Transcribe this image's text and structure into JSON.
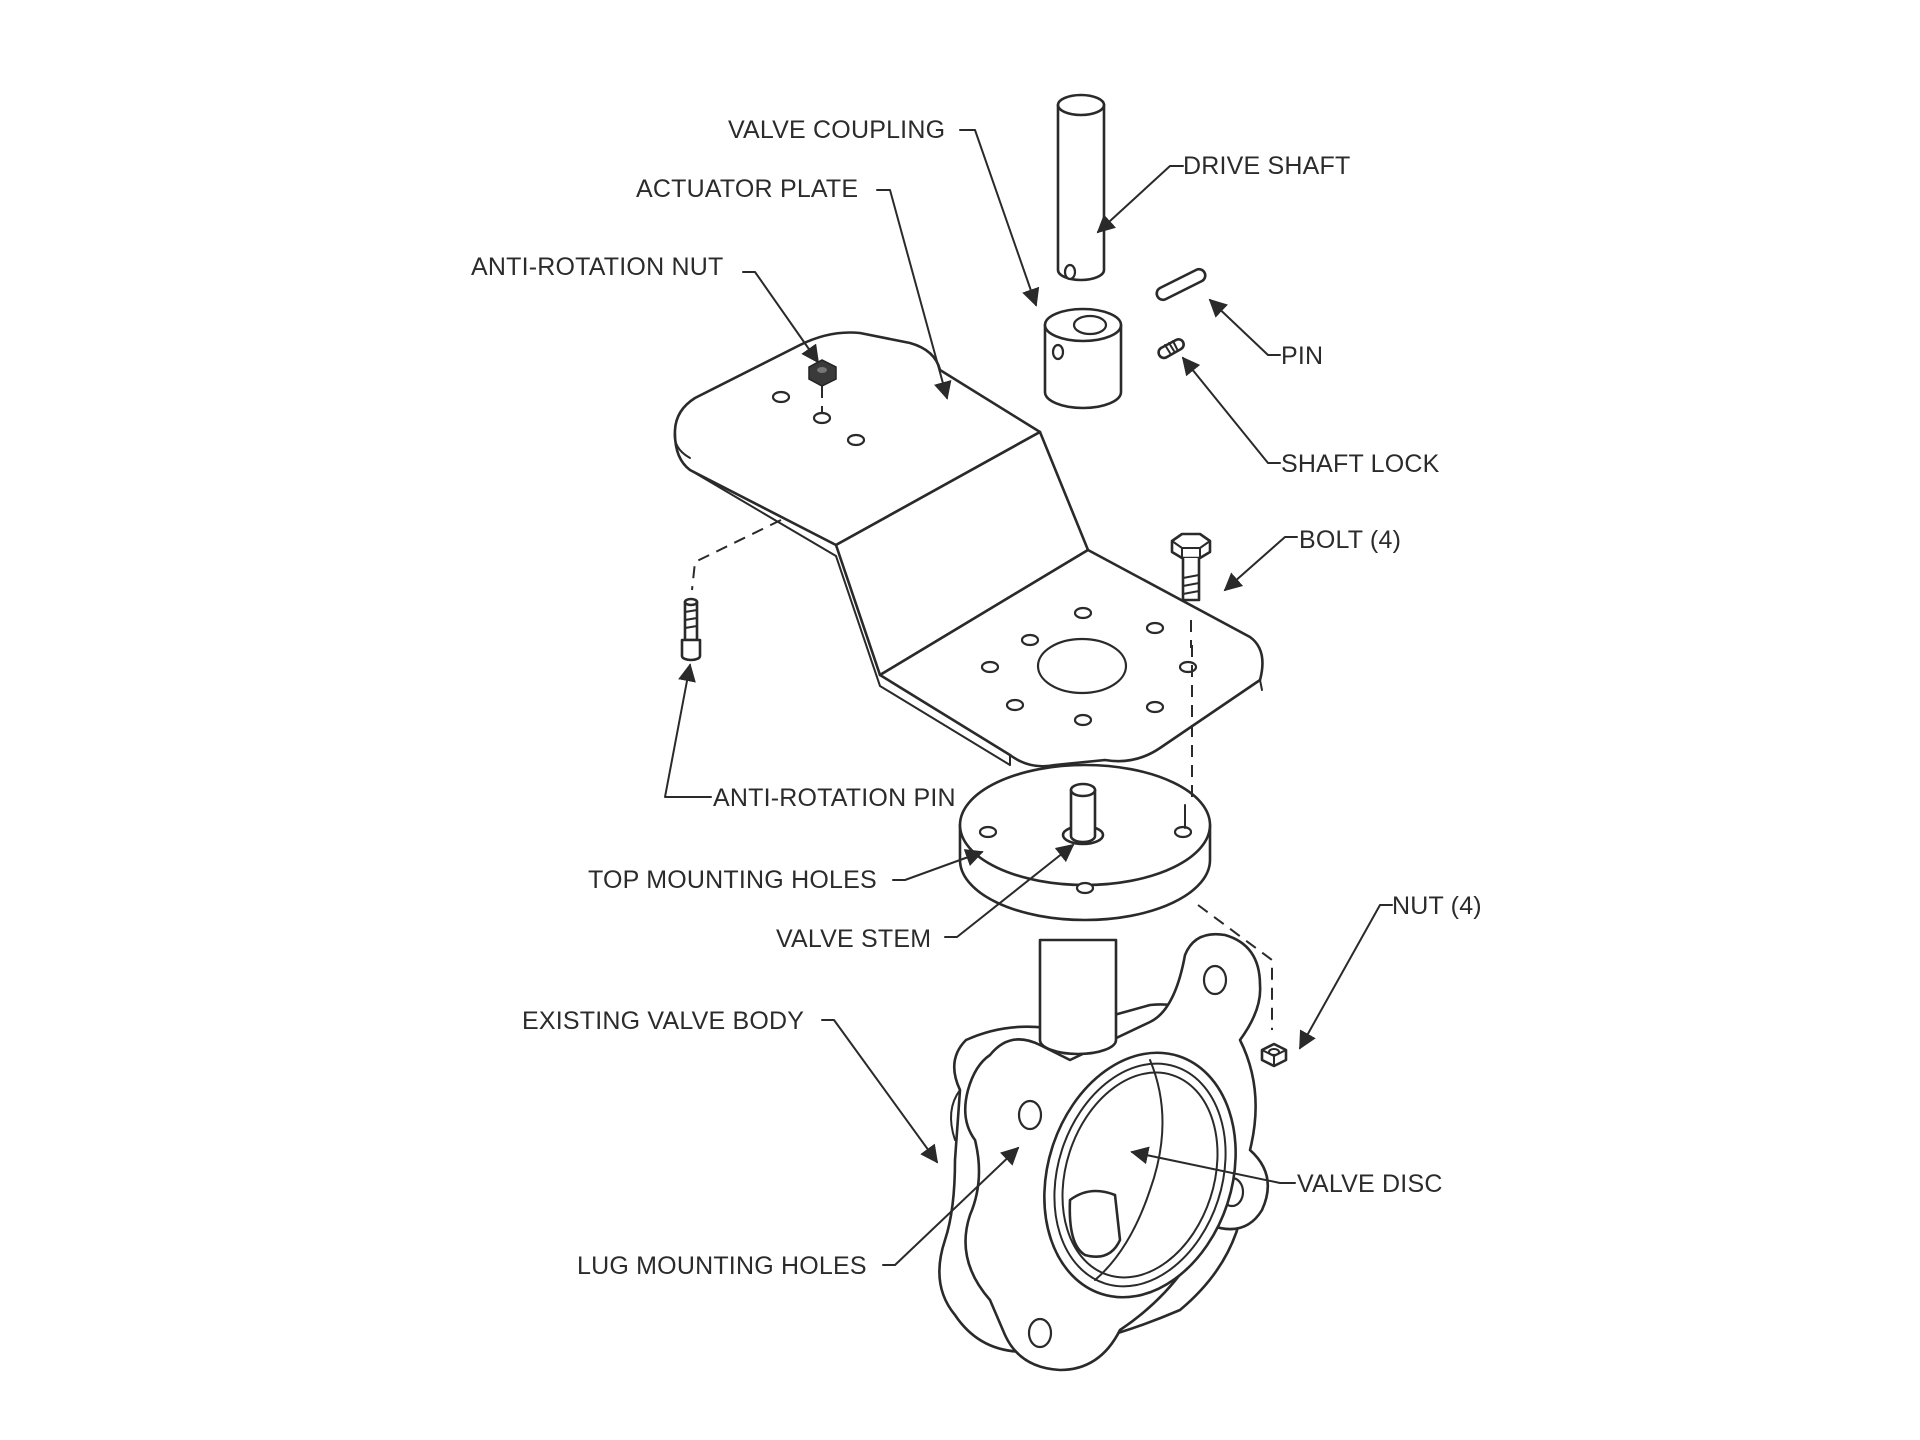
{
  "labels": {
    "valve_coupling": "VALVE COUPLING",
    "drive_shaft": "DRIVE SHAFT",
    "actuator_plate": "ACTUATOR PLATE",
    "anti_rotation_nut": "ANTI-ROTATION NUT",
    "pin": "PIN",
    "shaft_lock": "SHAFT LOCK",
    "bolt": "BOLT (4)",
    "anti_rotation_pin": "ANTI-ROTATION PIN",
    "top_mounting_holes": "TOP MOUNTING HOLES",
    "valve_stem": "VALVE STEM",
    "nut": "NUT (4)",
    "existing_valve_body": "EXISTING VALVE BODY",
    "valve_disc": "VALVE DISC",
    "lug_mounting_holes": "LUG MOUNTING HOLES"
  }
}
